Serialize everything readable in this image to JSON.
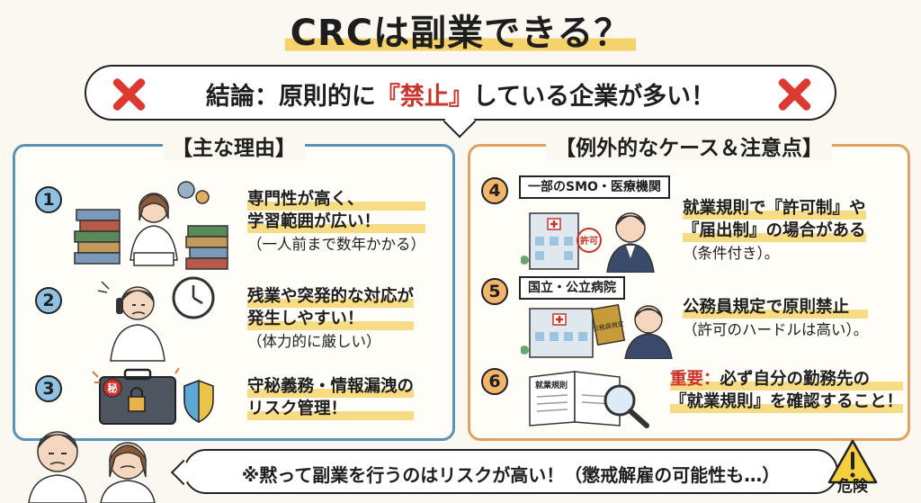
{
  "title": "CRCは副業できる？",
  "conclusion": {
    "prefix": "結論：原則的に",
    "highlight": "『禁止』",
    "suffix": "している企業が多い！"
  },
  "left_panel": {
    "title": "【主な理由】",
    "items": [
      {
        "num": "1",
        "line1": "専門性が高く、",
        "line2": "学習範囲が広い！",
        "line3": "（一人前まで数年かかる）"
      },
      {
        "num": "2",
        "line1": "残業や突発的な対応が",
        "line2": "発生しやすい！",
        "line3": "（体力的に厳しい）"
      },
      {
        "num": "3",
        "line1": "守秘義務・情報漏洩の",
        "line2": "リスク管理！"
      }
    ]
  },
  "right_panel": {
    "title": "【例外的なケース＆注意点】",
    "items": [
      {
        "num": "4",
        "tag": "一部のSMO・医療機関",
        "line1": "就業規則で『許可制』や",
        "line2": "『届出制』の場合がある",
        "line3": "（条件付き）。",
        "stamp": "許可"
      },
      {
        "num": "5",
        "tag": "国立・公立病院",
        "line1": "公務員規定で原則禁止",
        "line2": "（許可のハードルは高い）。",
        "book": "公務員規定"
      },
      {
        "num": "6",
        "red": "重要：",
        "line1": "必ず自分の勤務先の",
        "line2": "『就業規則』を確認すること！",
        "book": "就業規則"
      }
    ]
  },
  "secret_label": "秘",
  "bottom_note": "※黙って副業を行うのはリスクが高い！（懲戒解雇の可能性も…）",
  "danger_label": "危険",
  "colors": {
    "accent_blue": "#5b93b8",
    "accent_orange": "#e2a063",
    "red": "#c9332b",
    "highlight": "#f7dc84"
  }
}
